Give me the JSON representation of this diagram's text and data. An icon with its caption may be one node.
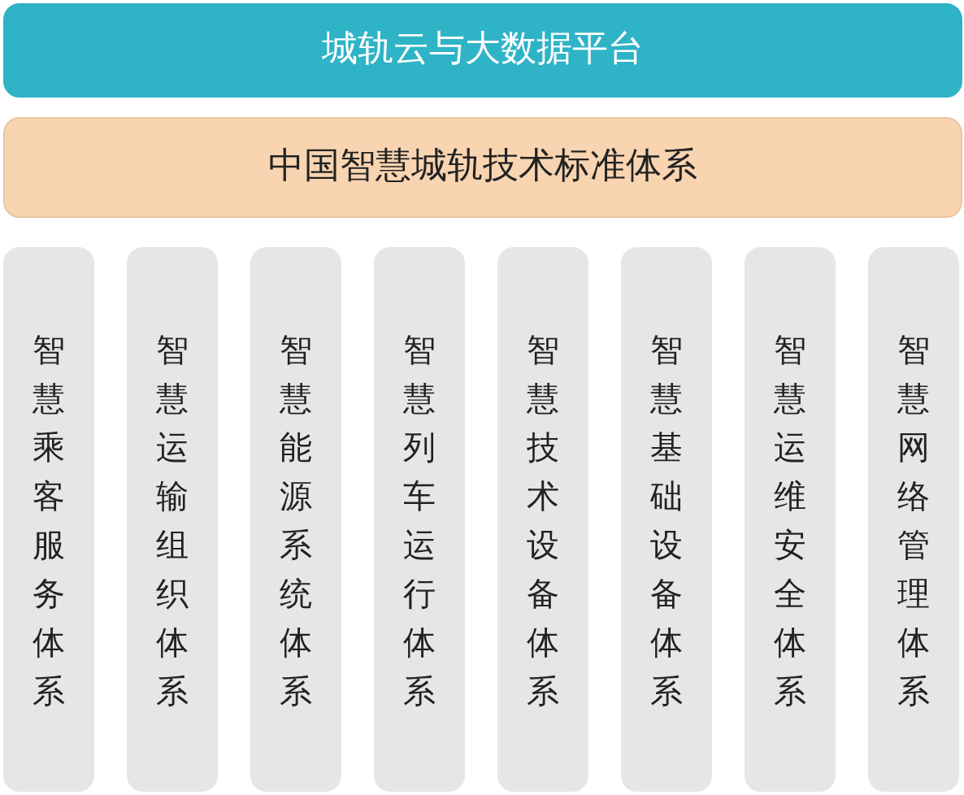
{
  "diagram": {
    "nodes": [
      {
        "text": [
          "城轨云与大数据平台"
        ]
      },
      {
        "text": [
          "中国智慧城轨技术标准体系"
        ]
      },
      {
        "text": [
          "智慧乘客服务体系"
        ]
      },
      {
        "text": [
          "智慧运输组织体系"
        ]
      },
      {
        "text": [
          "智慧能源系统体系"
        ]
      },
      {
        "text": [
          "智慧列车运行体系"
        ]
      },
      {
        "text": [
          "智慧技术设备体系"
        ]
      },
      {
        "text": [
          "智慧基础设备体系"
        ]
      },
      {
        "text": [
          "智慧运维安全体系"
        ]
      },
      {
        "text": [
          "智慧网络管理体系"
        ]
      }
    ]
  }
}
